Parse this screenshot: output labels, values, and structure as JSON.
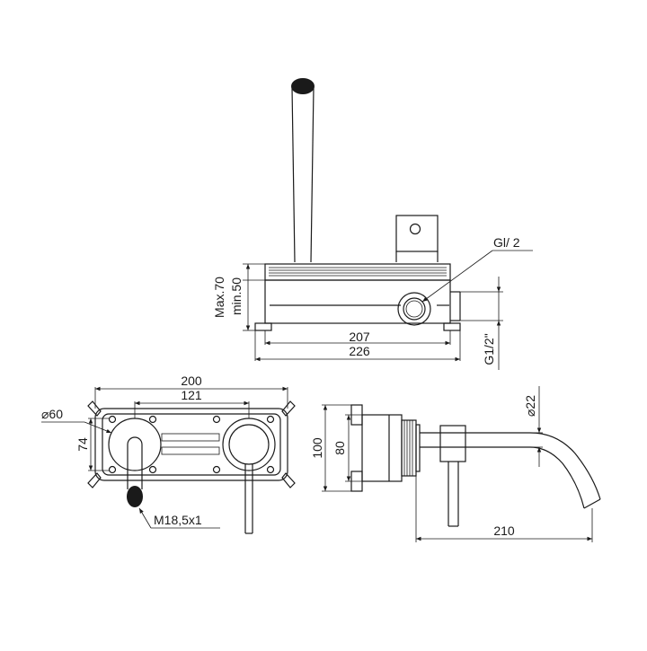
{
  "top_view": {
    "dim_height_max": "Max.70",
    "dim_height_min": "min.50",
    "dim_inner_width": "207",
    "dim_outer_width": "226",
    "dim_thread_side": "G1/2\"",
    "label_thread_outlet": "Gl/ 2"
  },
  "front_view": {
    "dim_total_width": "200",
    "dim_spacing": "121",
    "dim_diameter": "⌀60",
    "dim_height": "74",
    "label_thread": "M18,5x1"
  },
  "side_view": {
    "dim_outer_height": "100",
    "dim_inner_height": "80",
    "dim_spout_diameter": "⌀22",
    "dim_spout_length": "210"
  }
}
